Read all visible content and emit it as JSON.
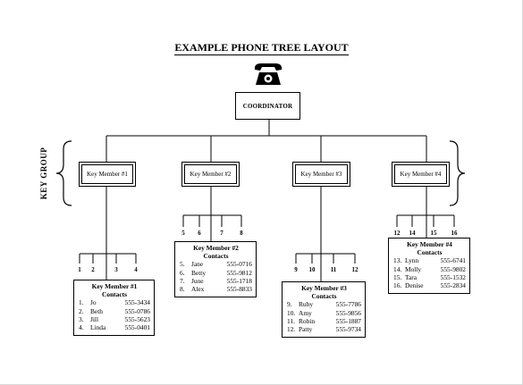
{
  "title": "EXAMPLE PHONE TREE LAYOUT",
  "side_label": "KEY GROUP",
  "coordinator": {
    "label": "COORDINATOR"
  },
  "members": [
    {
      "label": "Key Member #1",
      "callees": [
        "1",
        "2",
        "3",
        "4"
      ]
    },
    {
      "label": "Key Member #2",
      "callees": [
        "5",
        "6",
        "7",
        "8"
      ]
    },
    {
      "label": "Key Member #3",
      "callees": [
        "9",
        "10",
        "11",
        "12"
      ]
    },
    {
      "label": "Key Member #4",
      "callees": [
        "12",
        "14",
        "15",
        "16"
      ]
    }
  ],
  "contacts": [
    {
      "title": "Key Member #1",
      "subtitle": "Contacts",
      "entries": [
        {
          "n": "1.",
          "name": "Jo",
          "phone": "555-3434"
        },
        {
          "n": "2.",
          "name": "Beth",
          "phone": "555-0786"
        },
        {
          "n": "3.",
          "name": "Jill",
          "phone": "555-5623"
        },
        {
          "n": "4.",
          "name": "Linda",
          "phone": "555-0401"
        }
      ]
    },
    {
      "title": "Key Member #2",
      "subtitle": "Contacts",
      "entries": [
        {
          "n": "5.",
          "name": "Jane",
          "phone": "555-0716"
        },
        {
          "n": "6.",
          "name": "Betty",
          "phone": "555-9812"
        },
        {
          "n": "7.",
          "name": "June",
          "phone": "555-1718"
        },
        {
          "n": "8.",
          "name": "Alex",
          "phone": "555-8833"
        }
      ]
    },
    {
      "title": "Key Member #3",
      "subtitle": "Contacts",
      "entries": [
        {
          "n": "9.",
          "name": "Ruby",
          "phone": "555-7786"
        },
        {
          "n": "10.",
          "name": "Amy",
          "phone": "555-9856"
        },
        {
          "n": "11.",
          "name": "Robin",
          "phone": "555-1887"
        },
        {
          "n": "12.",
          "name": "Patty",
          "phone": "555-9734"
        }
      ]
    },
    {
      "title": "Key Member #4",
      "subtitle": "Contacts",
      "entries": [
        {
          "n": "13.",
          "name": "Lynn",
          "phone": "555-6741"
        },
        {
          "n": "14.",
          "name": "Molly",
          "phone": "555-9802"
        },
        {
          "n": "15.",
          "name": "Tara",
          "phone": "555-1532"
        },
        {
          "n": "16.",
          "name": "Denise",
          "phone": "555-2834"
        }
      ]
    }
  ],
  "icons": {
    "telephone": "telephone-icon"
  }
}
